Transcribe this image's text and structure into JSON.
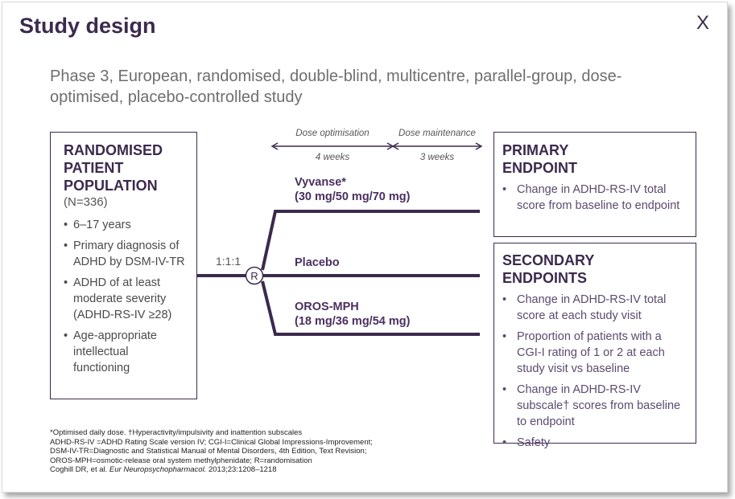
{
  "header": {
    "title": "Study design",
    "close_label": "X"
  },
  "subtitle": "Phase 3, European, randomised, double-blind, multicentre, parallel-group, dose-optimised, placebo-controlled study",
  "population": {
    "heading_lines": [
      "RANDOMISED",
      "PATIENT",
      "POPULATION"
    ],
    "n": "(N=336)",
    "items": [
      "6–17 years",
      "Primary diagnosis of ADHD by DSM-IV-TR",
      "ADHD of at least moderate severity (ADHD-RS-IV ≥28)",
      "Age-appropriate intellectual functioning"
    ]
  },
  "timeline": {
    "phases": [
      {
        "name": "Dose optimisation",
        "duration": "4 weeks"
      },
      {
        "name": "Dose maintenance",
        "duration": "3 weeks"
      }
    ],
    "ratio": "1:1:1",
    "randomisation_marker": "R",
    "arms": [
      {
        "name": "Vyvanse*",
        "dose": "(30 mg/50 mg/70 mg)"
      },
      {
        "name": "Placebo",
        "dose": ""
      },
      {
        "name": "OROS-MPH",
        "dose": "(18 mg/36 mg/54 mg)"
      }
    ]
  },
  "primary_endpoint": {
    "heading_lines": [
      "PRIMARY",
      "ENDPOINT"
    ],
    "items": [
      "Change in ADHD-RS-IV total score from baseline to endpoint"
    ]
  },
  "secondary_endpoints": {
    "heading_lines": [
      "SECONDARY",
      "ENDPOINTS"
    ],
    "items": [
      "Change in ADHD-RS-IV total score at each study visit",
      "Proportion of patients with a CGI-I rating of 1 or 2 at each study visit vs baseline",
      "Change in ADHD-RS-IV subscale† scores from baseline to endpoint",
      "Safety"
    ]
  },
  "footnotes": [
    "*Optimised daily dose. †Hyperactivity/impulsivity and inattention subscales",
    "ADHD-RS-IV =ADHD Rating Scale version IV; CGI-I=Clinical Global Impressions-Improvement;",
    "DSM-IV-TR=Diagnostic and Statistical Manual of Mental Disorders, 4th Edition, Text Revision;",
    "OROS-MPH=osmotic-release oral system methylphenidate; R=randomisation"
  ],
  "citation": {
    "authors": "Coghill DR, et al.",
    "journal": "Eur Neuropsychopharmacol.",
    "details": "2013;23:1208–1218"
  },
  "colors": {
    "primary": "#3c2a4d",
    "accent": "#4a3060",
    "text": "#4a4a4a"
  }
}
